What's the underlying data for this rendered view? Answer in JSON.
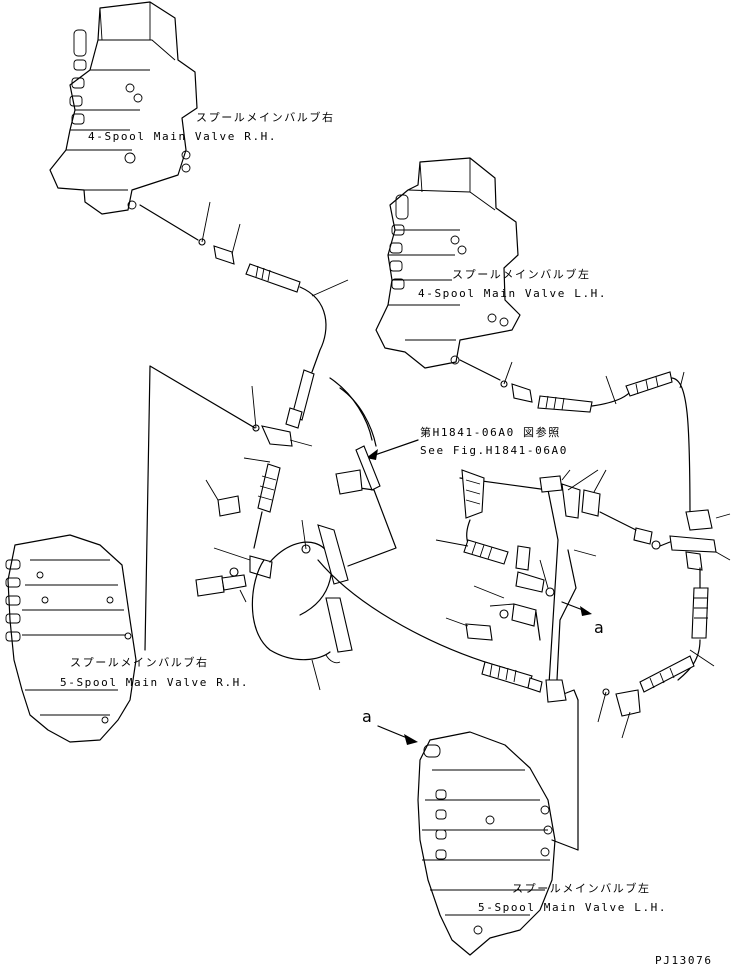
{
  "labels": {
    "valve_4_rh_jp": "スプールメインバルブ右",
    "valve_4_rh_en": "4-Spool Main Valve R.H.",
    "valve_4_lh_jp": "スプールメインバルブ左",
    "valve_4_lh_en": "4-Spool Main Valve L.H.",
    "valve_5_rh_jp": "スプールメインバルブ右",
    "valve_5_rh_en": "5-Spool Main Valve R.H.",
    "valve_5_lh_jp": "スプールメインバルブ左",
    "valve_5_lh_en": "5-Spool Main Valve L.H.",
    "ref_jp": "第H1841-06A0 図参照",
    "ref_en": "See Fig.H1841-06A0",
    "marker_a": "a",
    "drawing_id": "PJ13076"
  }
}
